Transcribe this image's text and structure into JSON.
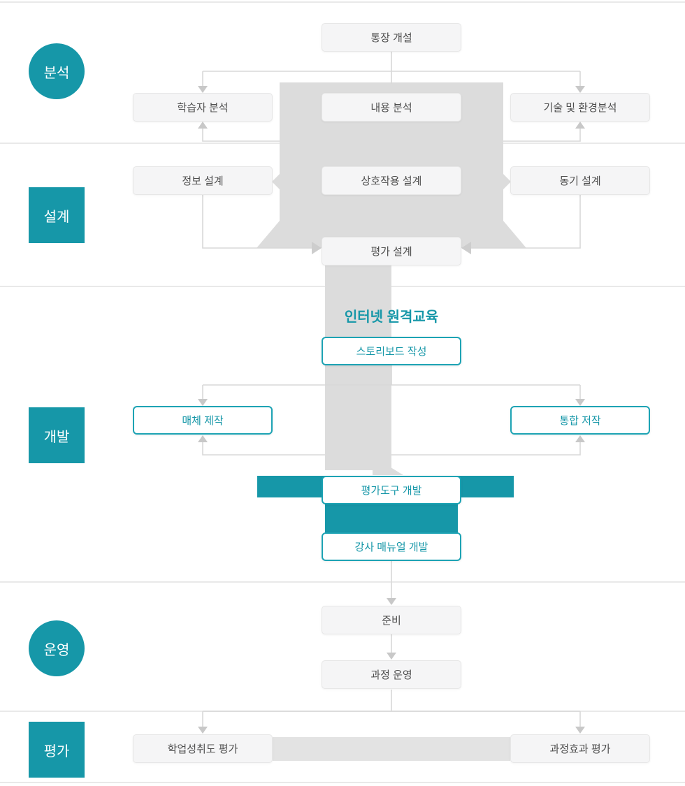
{
  "palette": {
    "teal": "#1697a8",
    "teal_border": "#1da3b4",
    "box_bg": "#f5f5f6",
    "box_border": "#e7e7e7",
    "box_text": "#4e4e4e",
    "background_arrow_gray": "#dcdcdc",
    "connector_line_gray": "#d8d8d8",
    "arrowhead_gray": "#c8c8c8",
    "divider_gray": "#e9e9e9",
    "eval_band_gray": "#e3e3e3"
  },
  "stages": [
    {
      "label": "분석",
      "shape": "circle"
    },
    {
      "label": "설계",
      "shape": "square"
    },
    {
      "label": "개발",
      "shape": "square"
    },
    {
      "label": "운영",
      "shape": "circle"
    },
    {
      "label": "평가",
      "shape": "square"
    }
  ],
  "analysis": {
    "top_box": "통장 개설",
    "left_box": "학습자 분석",
    "center_box": "내용 분석",
    "right_box": "기술 및 환경분석"
  },
  "design": {
    "left_box": "정보 설계",
    "center_box": "상호작용 설계",
    "right_box": "동기 설계",
    "bottom_box": "평가 설계"
  },
  "development": {
    "title": "인터넷 원격교육",
    "storyboard_box": "스토리보드 작성",
    "left_box": "매체 제작",
    "right_box": "통합 저작",
    "eval_tool_box": "평가도구 개발",
    "manual_box": "강사 매뉴얼 개발"
  },
  "operation": {
    "prepare_box": "준비",
    "run_box": "과정 운영"
  },
  "evaluation": {
    "left_box": "학업성취도 평가",
    "right_box": "과정효과 평가"
  }
}
